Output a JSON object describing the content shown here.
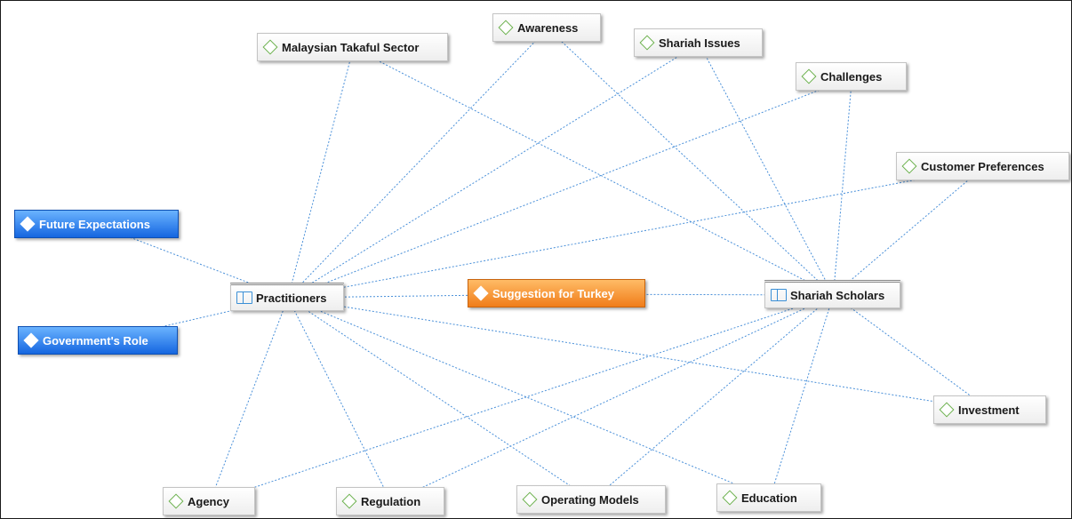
{
  "nodes": {
    "practitioners": {
      "label": "Practitioners",
      "kind": "document",
      "icon": "book-icon",
      "color": "#ffffff"
    },
    "shariah_scholars": {
      "label": "Shariah Scholars",
      "kind": "document",
      "icon": "book-icon",
      "color": "#ffffff"
    },
    "suggestion_turkey": {
      "label": "Suggestion for Turkey",
      "kind": "code",
      "icon": "diamond-icon",
      "color": "#f07d1a"
    },
    "future_expectations": {
      "label": "Future Expectations",
      "kind": "code",
      "icon": "diamond-icon",
      "color": "#1566e0"
    },
    "governments_role": {
      "label": "Government's Role",
      "kind": "code",
      "icon": "diamond-icon",
      "color": "#1566e0"
    },
    "malaysian_takaful": {
      "label": "Malaysian Takaful Sector",
      "kind": "code",
      "icon": "diamond-icon",
      "color": "#ffffff"
    },
    "awareness": {
      "label": "Awareness",
      "kind": "code",
      "icon": "diamond-icon",
      "color": "#ffffff"
    },
    "shariah_issues": {
      "label": "Shariah Issues",
      "kind": "code",
      "icon": "diamond-icon",
      "color": "#ffffff"
    },
    "challenges": {
      "label": "Challenges",
      "kind": "code",
      "icon": "diamond-icon",
      "color": "#ffffff"
    },
    "customer_preferences": {
      "label": "Customer Preferences",
      "kind": "code",
      "icon": "diamond-icon",
      "color": "#ffffff"
    },
    "investment": {
      "label": "Investment",
      "kind": "code",
      "icon": "diamond-icon",
      "color": "#ffffff"
    },
    "agency": {
      "label": "Agency",
      "kind": "code",
      "icon": "diamond-icon",
      "color": "#ffffff"
    },
    "regulation": {
      "label": "Regulation",
      "kind": "code",
      "icon": "diamond-icon",
      "color": "#ffffff"
    },
    "operating_models": {
      "label": "Operating Models",
      "kind": "code",
      "icon": "diamond-icon",
      "color": "#ffffff"
    },
    "education": {
      "label": "Education",
      "kind": "code",
      "icon": "diamond-icon",
      "color": "#ffffff"
    }
  },
  "edges": [
    [
      "practitioners",
      "future_expectations"
    ],
    [
      "practitioners",
      "governments_role"
    ],
    [
      "practitioners",
      "suggestion_turkey"
    ],
    [
      "practitioners",
      "malaysian_takaful"
    ],
    [
      "practitioners",
      "awareness"
    ],
    [
      "practitioners",
      "shariah_issues"
    ],
    [
      "practitioners",
      "challenges"
    ],
    [
      "practitioners",
      "customer_preferences"
    ],
    [
      "practitioners",
      "investment"
    ],
    [
      "practitioners",
      "agency"
    ],
    [
      "practitioners",
      "regulation"
    ],
    [
      "practitioners",
      "operating_models"
    ],
    [
      "practitioners",
      "education"
    ],
    [
      "shariah_scholars",
      "suggestion_turkey"
    ],
    [
      "shariah_scholars",
      "malaysian_takaful"
    ],
    [
      "shariah_scholars",
      "awareness"
    ],
    [
      "shariah_scholars",
      "shariah_issues"
    ],
    [
      "shariah_scholars",
      "challenges"
    ],
    [
      "shariah_scholars",
      "customer_preferences"
    ],
    [
      "shariah_scholars",
      "investment"
    ],
    [
      "shariah_scholars",
      "agency"
    ],
    [
      "shariah_scholars",
      "regulation"
    ],
    [
      "shariah_scholars",
      "operating_models"
    ],
    [
      "shariah_scholars",
      "education"
    ]
  ]
}
